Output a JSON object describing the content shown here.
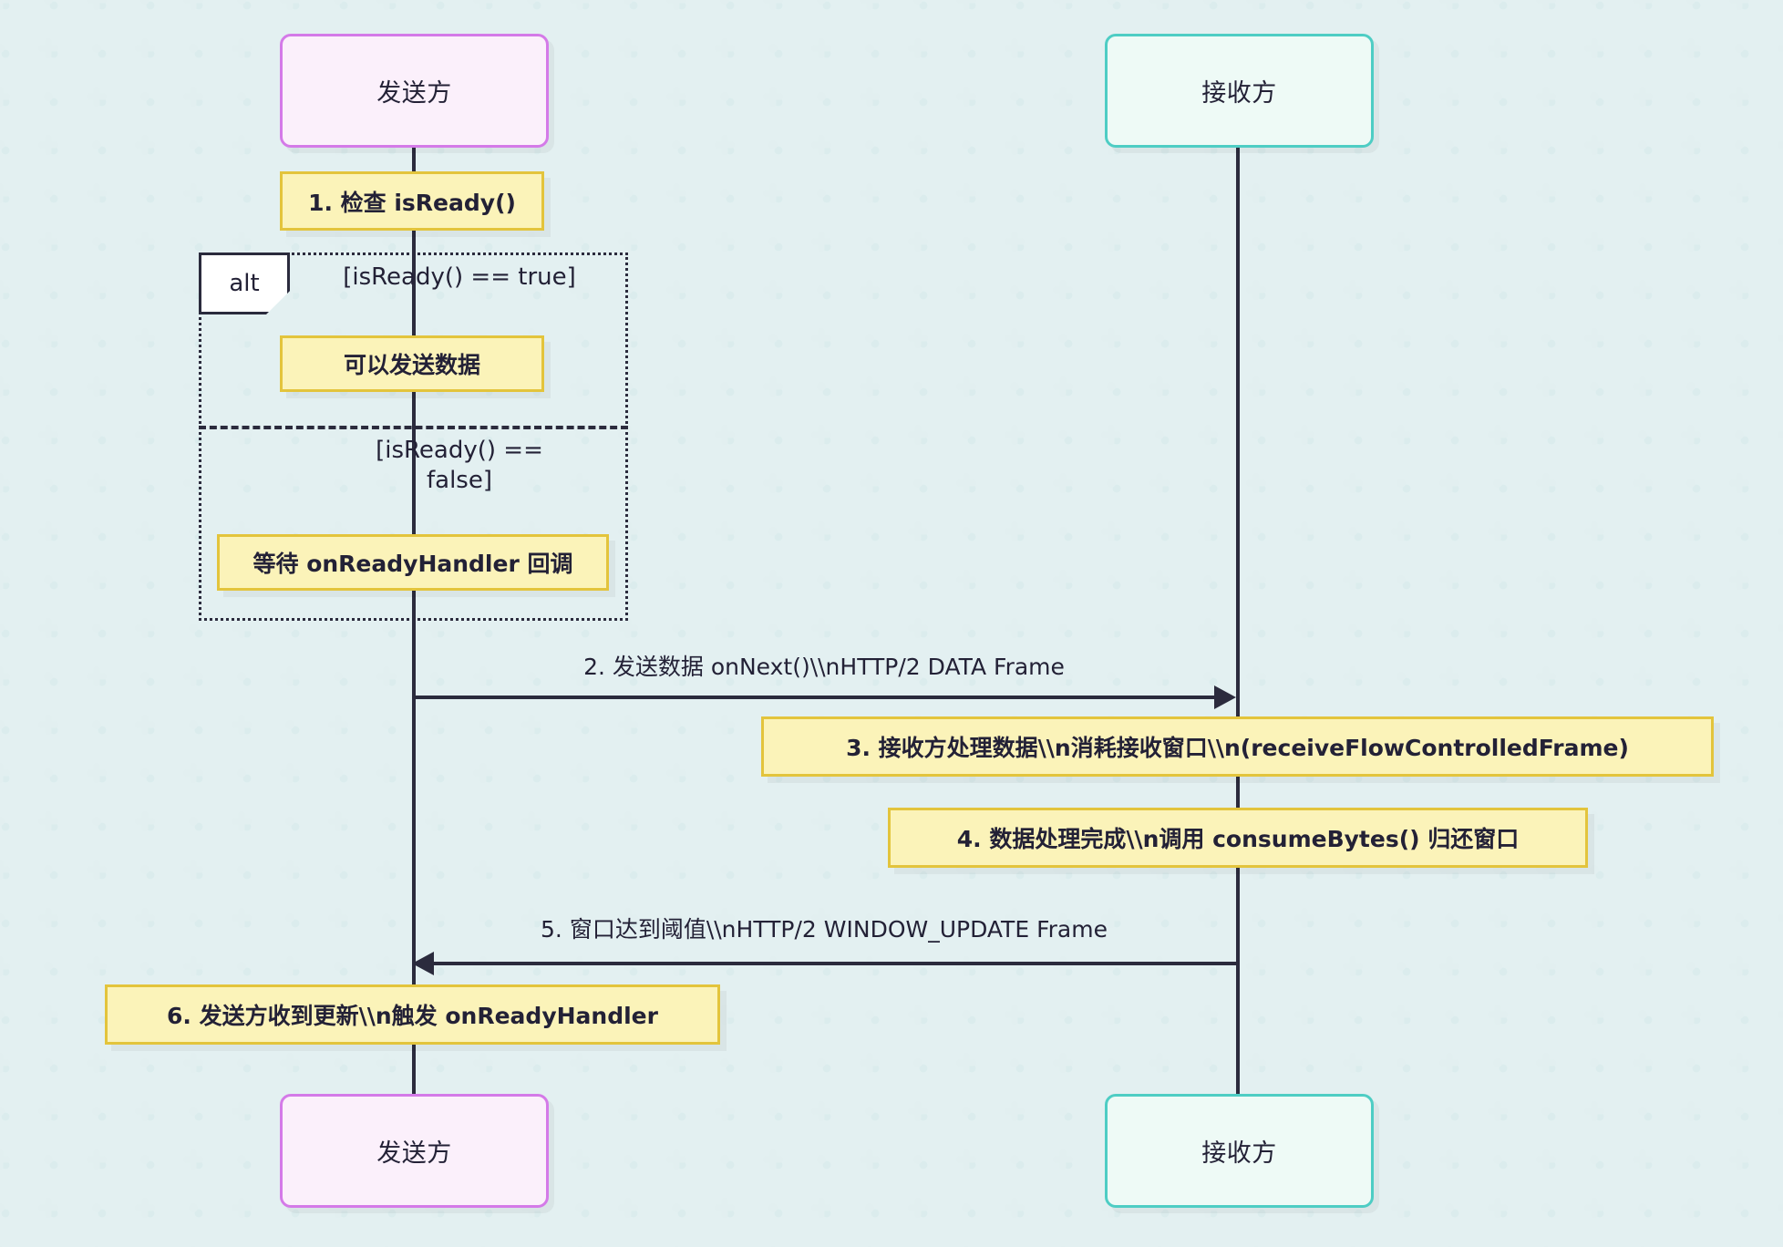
{
  "diagram": {
    "type": "sequence-diagram",
    "title": "",
    "participants": [
      {
        "id": "sender",
        "label": "发送方",
        "border_color": "#d47ae8",
        "fill_color": "#fbf0fb"
      },
      {
        "id": "receiver",
        "label": "接收方",
        "border_color": "#4ecdc4",
        "fill_color": "#eefaf6"
      }
    ],
    "participants_bottom": [
      {
        "id": "sender",
        "label": "发送方"
      },
      {
        "id": "receiver",
        "label": "接收方"
      }
    ],
    "notes": [
      {
        "id": "note1",
        "text": "1. 检查 isReady()"
      },
      {
        "id": "note2",
        "text": "可以发送数据"
      },
      {
        "id": "note3",
        "text": "等待 onReadyHandler 回调"
      },
      {
        "id": "note4",
        "text": "3. 接收方处理数据\\\\n消耗接收窗口\\\\n(receiveFlowControlledFrame)"
      },
      {
        "id": "note5",
        "text": "4. 数据处理完成\\\\n调用 consumeBytes() 归还窗口"
      },
      {
        "id": "note6",
        "text": "6. 发送方收到更新\\\\n触发 onReadyHandler"
      }
    ],
    "fragment": {
      "keyword": "alt",
      "conditions": [
        {
          "id": "cond-true",
          "text": "[isReady() == true]"
        },
        {
          "id": "cond-false-line1",
          "text": "[isReady() =="
        },
        {
          "id": "cond-false-line2",
          "text": "false]"
        }
      ]
    },
    "messages": [
      {
        "id": "msg2",
        "label": "2. 发送数据 onNext()\\\\nHTTP/2 DATA Frame",
        "direction": "right",
        "from": "sender",
        "to": "receiver"
      },
      {
        "id": "msg5",
        "label": "5. 窗口达到阈值\\\\nHTTP/2 WINDOW_UPDATE Frame",
        "direction": "left",
        "from": "receiver",
        "to": "sender"
      }
    ],
    "colors": {
      "note_fill": "#fbf3b9",
      "note_border": "#e3c43c",
      "line": "#2b2b3d",
      "text": "#232136",
      "background": "#fdfdfd",
      "pattern": "#e3f0f1"
    }
  }
}
